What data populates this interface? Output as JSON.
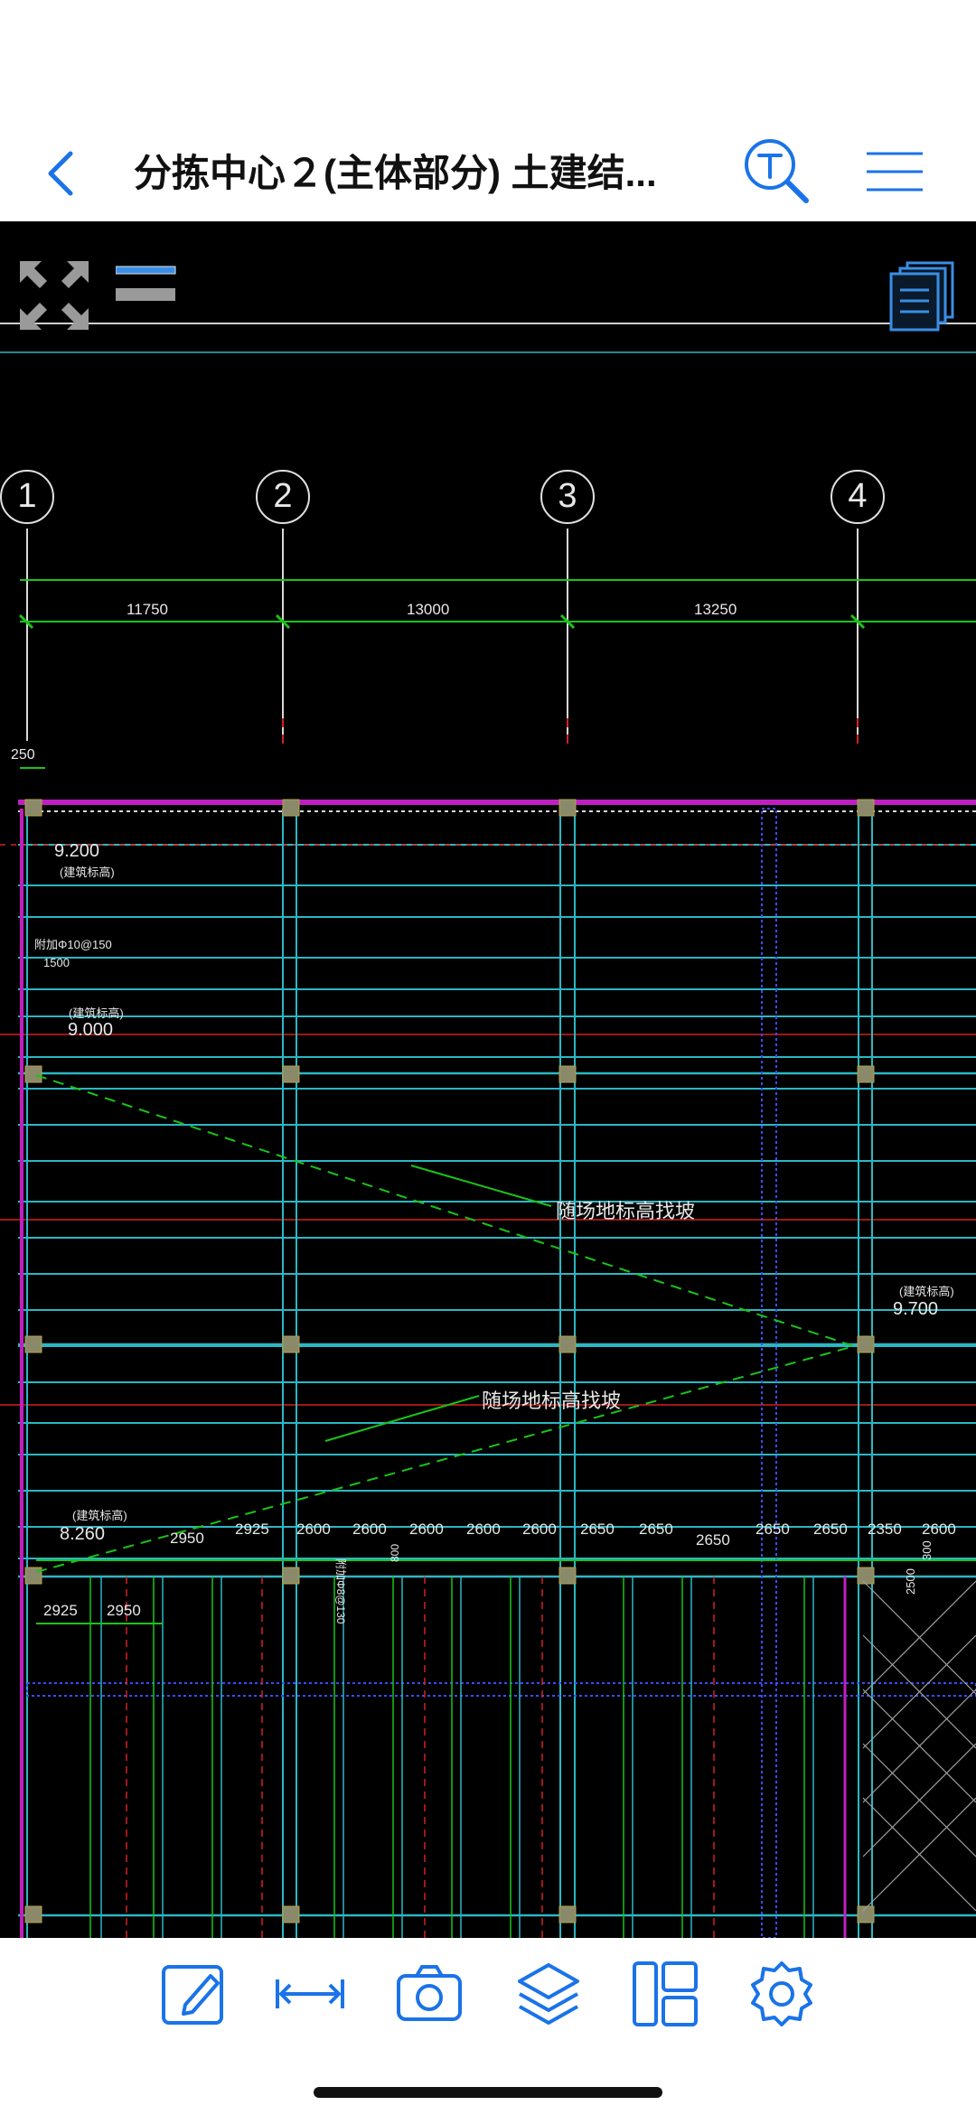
{
  "header": {
    "title": "分拣中心２(主体部分) 土建结..."
  },
  "drawing": {
    "axes": [
      "1",
      "2",
      "3",
      "4"
    ],
    "top_dimensions": [
      "11750",
      "13000",
      "13250"
    ],
    "left_offset": "250",
    "labels": {
      "elev_9200": "9.200",
      "elev_9200_note": "(建筑标高)",
      "rebar_note": "附加Φ10@150",
      "rebar_len": "1500",
      "elev_9000_note": "(建筑标高)",
      "elev_9000": "9.000",
      "slope_1": "随场地标高找坡",
      "slope_2": "随场地标高找坡",
      "elev_9700_note": "(建筑标高)",
      "elev_9700": "9.700",
      "elev_8260_note": "(建筑标高)",
      "elev_8260": "8.260",
      "rebar_note_2": "附加Φ8@130",
      "rebar_len_2": "800",
      "lower_dim_a": "2925",
      "lower_dim_b": "2950",
      "right_vertical_a": "2500",
      "right_vertical_b": "300"
    },
    "bottom_row_dims": [
      "2950",
      "2925",
      "2600",
      "2600",
      "2600",
      "2600",
      "2600",
      "2650",
      "2650",
      "2650",
      "2650",
      "2650",
      "2350",
      "2600"
    ]
  },
  "toolbar": {
    "items": [
      "edit",
      "measure",
      "camera",
      "layers",
      "layout",
      "settings"
    ]
  },
  "colors": {
    "accent": "#1a73e8",
    "cad_green": "#19c419",
    "cad_cyan": "#2bb7c4",
    "cad_magenta": "#c01fc0",
    "cad_red": "#d42020",
    "cad_blue": "#3b4cff"
  }
}
